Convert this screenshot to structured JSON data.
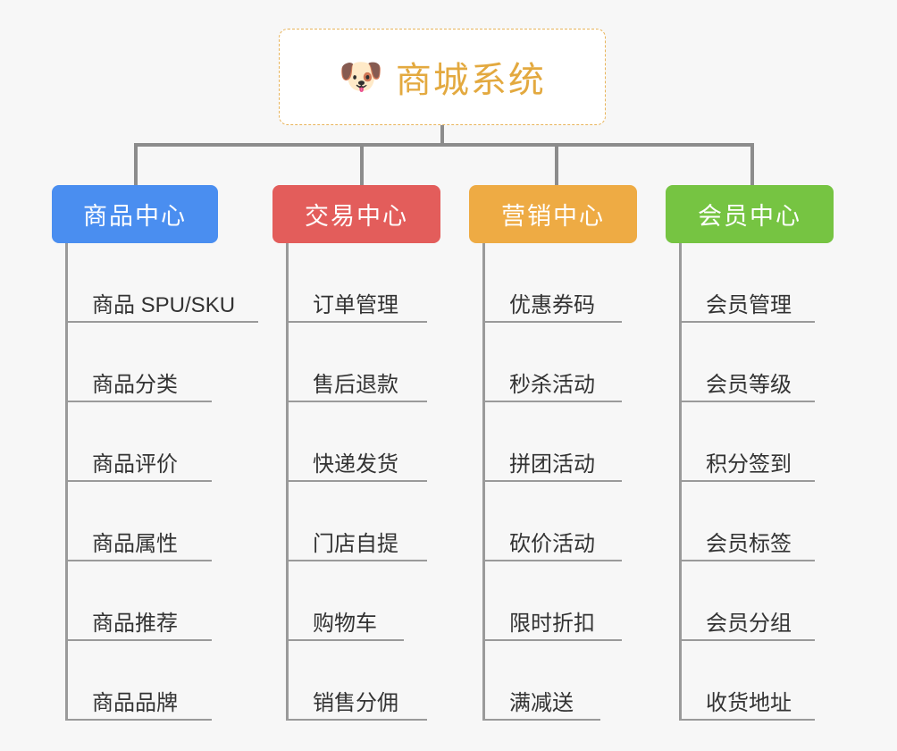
{
  "root": {
    "emoji": "🐶",
    "emoji_name": "shiba-dog-face-emoji",
    "title": "商城系统",
    "border_color": "#e8b45a",
    "text_color": "#e3a93f",
    "background": "#ffffff"
  },
  "canvas": {
    "background": "#f7f7f7",
    "connector_color": "#8c8c8c",
    "leaf_line_color": "#9a9a9a",
    "leaf_text_color": "#333333"
  },
  "branches": [
    {
      "label": "商品中心",
      "color": "#4a8ef0",
      "items": [
        "商品 SPU/SKU",
        "商品分类",
        "商品评价",
        "商品属性",
        "商品推荐",
        "商品品牌"
      ]
    },
    {
      "label": "交易中心",
      "color": "#e35d5b",
      "items": [
        "订单管理",
        "售后退款",
        "快递发货",
        "门店自提",
        "购物车",
        "销售分佣"
      ]
    },
    {
      "label": "营销中心",
      "color": "#eeab44",
      "items": [
        "优惠券码",
        "秒杀活动",
        "拼团活动",
        "砍价活动",
        "限时折扣",
        "满减送"
      ]
    },
    {
      "label": "会员中心",
      "color": "#76c442",
      "items": [
        "会员管理",
        "会员等级",
        "积分签到",
        "会员标签",
        "会员分组",
        "收货地址"
      ]
    }
  ],
  "layout": {
    "branch_lefts": [
      58,
      305,
      525,
      745
    ],
    "branch_widths": [
      186,
      188,
      188,
      188
    ],
    "drop_lefts": [
      150,
      403,
      621,
      840
    ]
  }
}
